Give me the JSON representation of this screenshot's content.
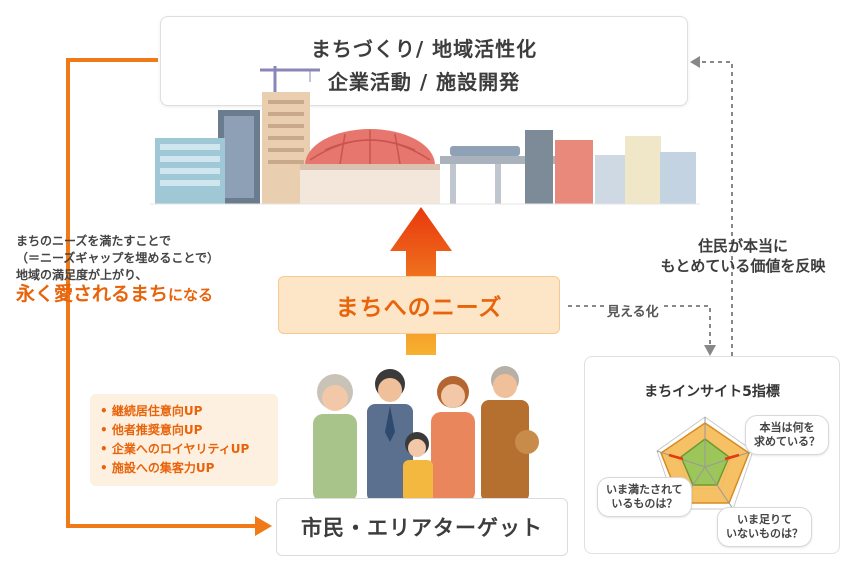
{
  "top_box": {
    "line1": "まちづくり/ 地域活性化",
    "line2": "企業活動 / 施設開発"
  },
  "needs_box": {
    "label": "まちへのニーズ"
  },
  "citizen_box": {
    "label": "市民・エリアターゲット"
  },
  "left_text": {
    "line1": "まちのニーズを満たすことで",
    "line2": "（＝ニーズギャップを埋めることで）",
    "line3": "地域の満足度が上がり、",
    "emph": "永く愛されるまち",
    "suffix": "になる"
  },
  "bullets": [
    "継続居住意向UP",
    "他者推奨意向UP",
    "企業へのロイヤリティUP",
    "施設への集客力UP"
  ],
  "right_text": {
    "line1": "住民が本当に",
    "line2": "もとめている価値を反映"
  },
  "visualize_label": "見える化",
  "insight": {
    "title": "まちインサイト5指標",
    "bubble_top_right_1": "本当は何を",
    "bubble_top_right_2": "求めている？",
    "bubble_left_1": "いま満たされて",
    "bubble_left_2": "いるものは？",
    "bubble_bottom_1": "いま足りて",
    "bubble_bottom_2": "いないものは？"
  },
  "colors": {
    "accent": "#e8630a",
    "needs_bg": "#fde6c7",
    "arrow_red": "#e8380d",
    "radar_fill": "#f5b54a",
    "radar_inner": "#9cc55a"
  }
}
